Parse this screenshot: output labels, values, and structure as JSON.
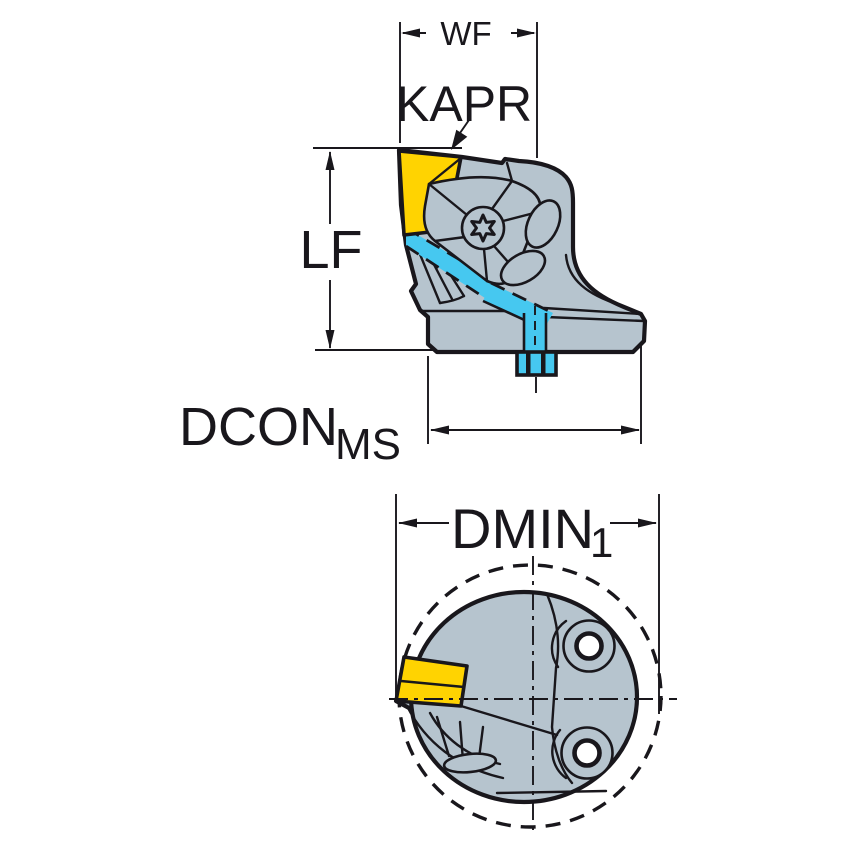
{
  "drawing": {
    "dimensions": {
      "wf": {
        "label": "WF"
      },
      "kapr": {
        "label": "KAPR"
      },
      "lf": {
        "label": "LF"
      },
      "dcon": {
        "label": "DCON",
        "subscript": "MS"
      },
      "dmin": {
        "label": "DMIN",
        "subscript": "1"
      }
    },
    "colors": {
      "insert_yellow": "#FFD301",
      "body_gray": "#B6C4CE",
      "coolant_blue": "#46C8F0",
      "line_black": "#19171C",
      "background": "#FFFFFF"
    },
    "icons": {
      "torx_screw": "torx-screw-icon"
    }
  }
}
